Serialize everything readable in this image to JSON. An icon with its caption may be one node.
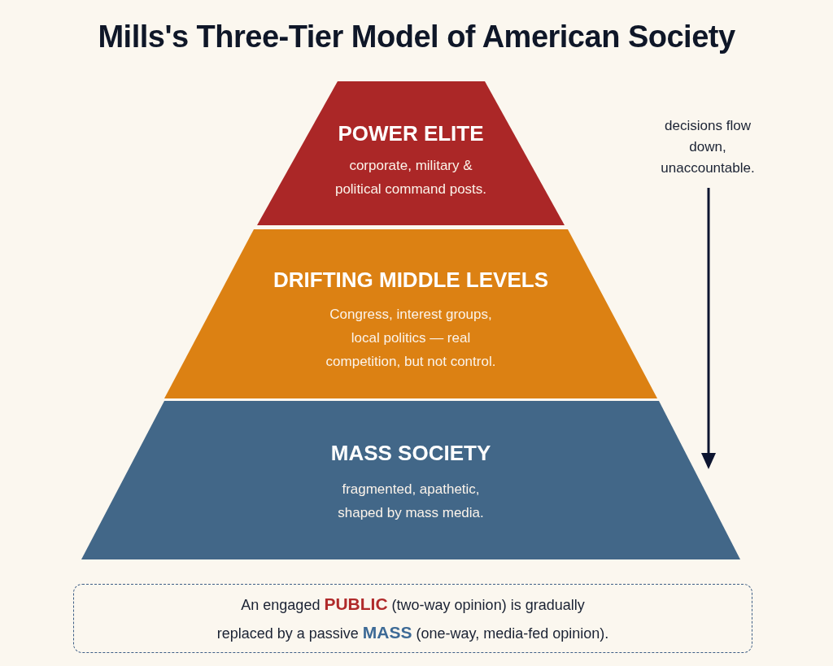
{
  "diagram": {
    "title": "Mills's Three-Tier Model of American Society",
    "nodes": [
      {
        "text": [
          "POWER ELITE",
          "corporate, military & political command posts."
        ]
      },
      {
        "text": [
          "DRIFTING MIDDLE LEVELS",
          "Congress, interest groups, local politics — real competition, but not control."
        ]
      },
      {
        "text": [
          "MASS SOCIETY",
          "fragmented, apathetic, shaped by mass media."
        ]
      },
      {
        "text": [
          "An engaged **PUBLIC** (two-way opinion) is gradually replaced by a passive **MASS** (one-way, media-fed opinion)."
        ]
      }
    ],
    "labels": [
      "decisions flow down, unaccountable."
    ]
  }
}
